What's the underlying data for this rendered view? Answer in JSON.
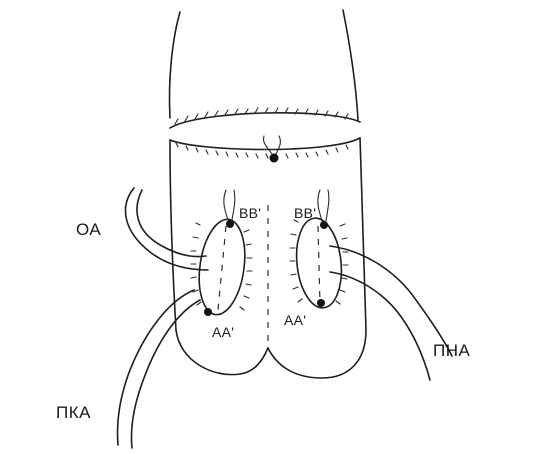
{
  "labels": {
    "vessel_left_upper": "ОА",
    "vessel_left_lower": "ПКА",
    "vessel_right": "ПНА",
    "suture_upper_left": "BB'",
    "suture_upper_right": "BB'",
    "suture_lower_left": "AA'",
    "suture_lower_right": "AA'"
  },
  "colors": {
    "ink": "#1e1e1e",
    "paper": "#ffffff"
  }
}
